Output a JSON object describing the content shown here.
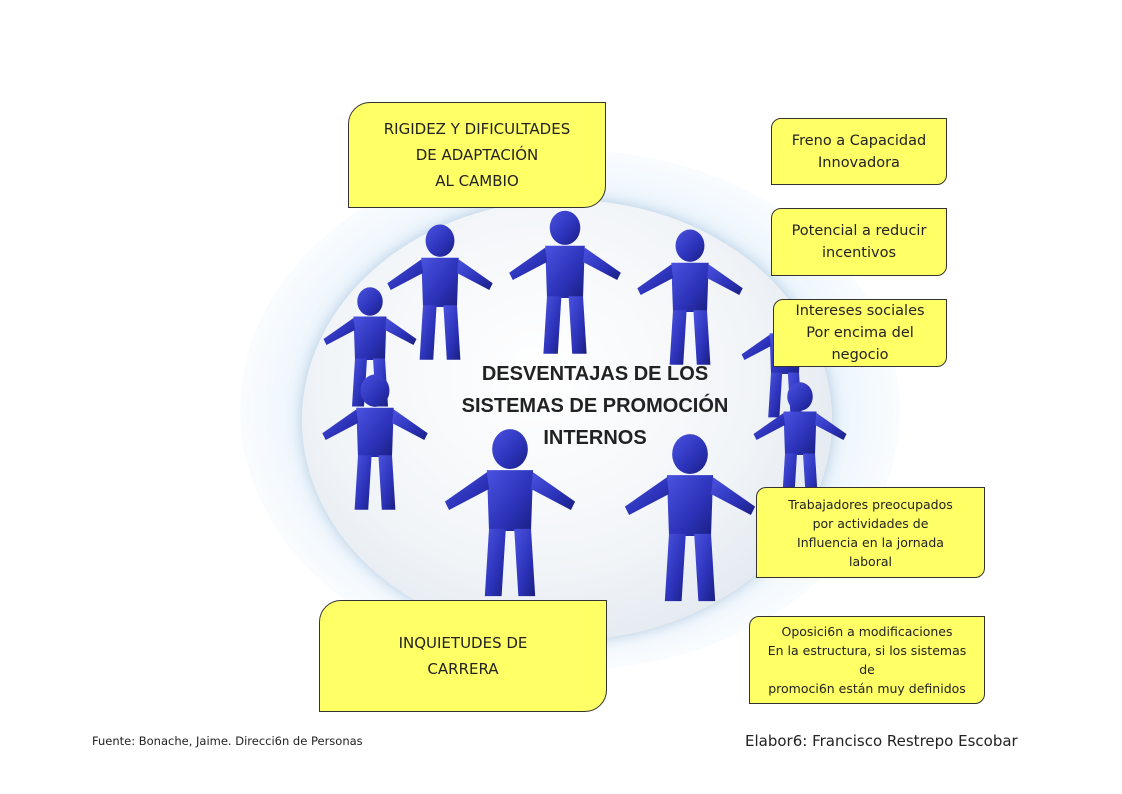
{
  "diagram": {
    "title": "DESVENTAJAS DE LOS\nSISTEMAS DE PROMOCIÓN\nINTERNOS",
    "boxes": {
      "rigidez": "RIGIDEZ Y DIFICULTADES\nDE ADAPTACIÓN\nAL CAMBIO",
      "freno": "Freno a Capacidad\nInnovadora",
      "potencial": "Potencial a reducir\nincentivos",
      "intereses": "Intereses sociales\nPor encima del\nnegocio",
      "trabajadores": "Trabajadores preocupados\npor actividades de\nInfluencia en la jornada\nlaboral",
      "inquietudes": "INQUIETUDES DE\nCARRERA",
      "oposicion": "Oposici6n a modificaciones\nEn la estructura, si los sistemas de\npromoci6n están muy definidos"
    },
    "source": "Fuente: Bonache, Jaime. Direcci6n de Personas",
    "author": "Elabor6: Francisco Restrepo Escobar"
  },
  "colors": {
    "box_fill": "#ffff66",
    "figure_blue": "#2b32b8",
    "text": "#222222"
  },
  "icons": [
    "people-circle-figures"
  ]
}
